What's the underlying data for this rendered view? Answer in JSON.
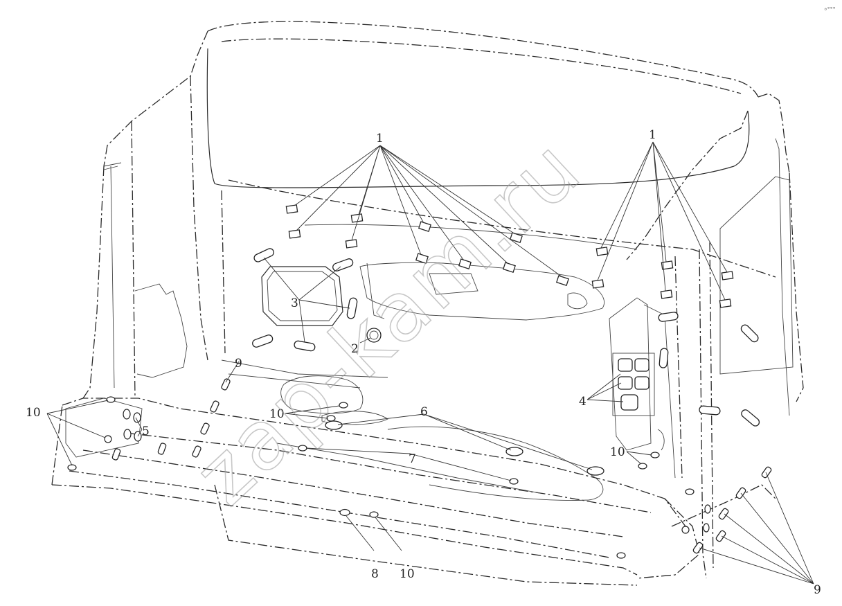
{
  "watermark": "zap-kam.ru",
  "corner_mark": "⸰°°°",
  "labels": {
    "l1a": "1",
    "l1b": "1",
    "l2": "2",
    "l3": "3",
    "l4": "4",
    "l5": "5",
    "l6": "6",
    "l7": "7",
    "l8": "8",
    "l9a": "9",
    "l9b": "9",
    "l10a": "10",
    "l10b": "10",
    "l10c": "10",
    "l10d": "10"
  }
}
